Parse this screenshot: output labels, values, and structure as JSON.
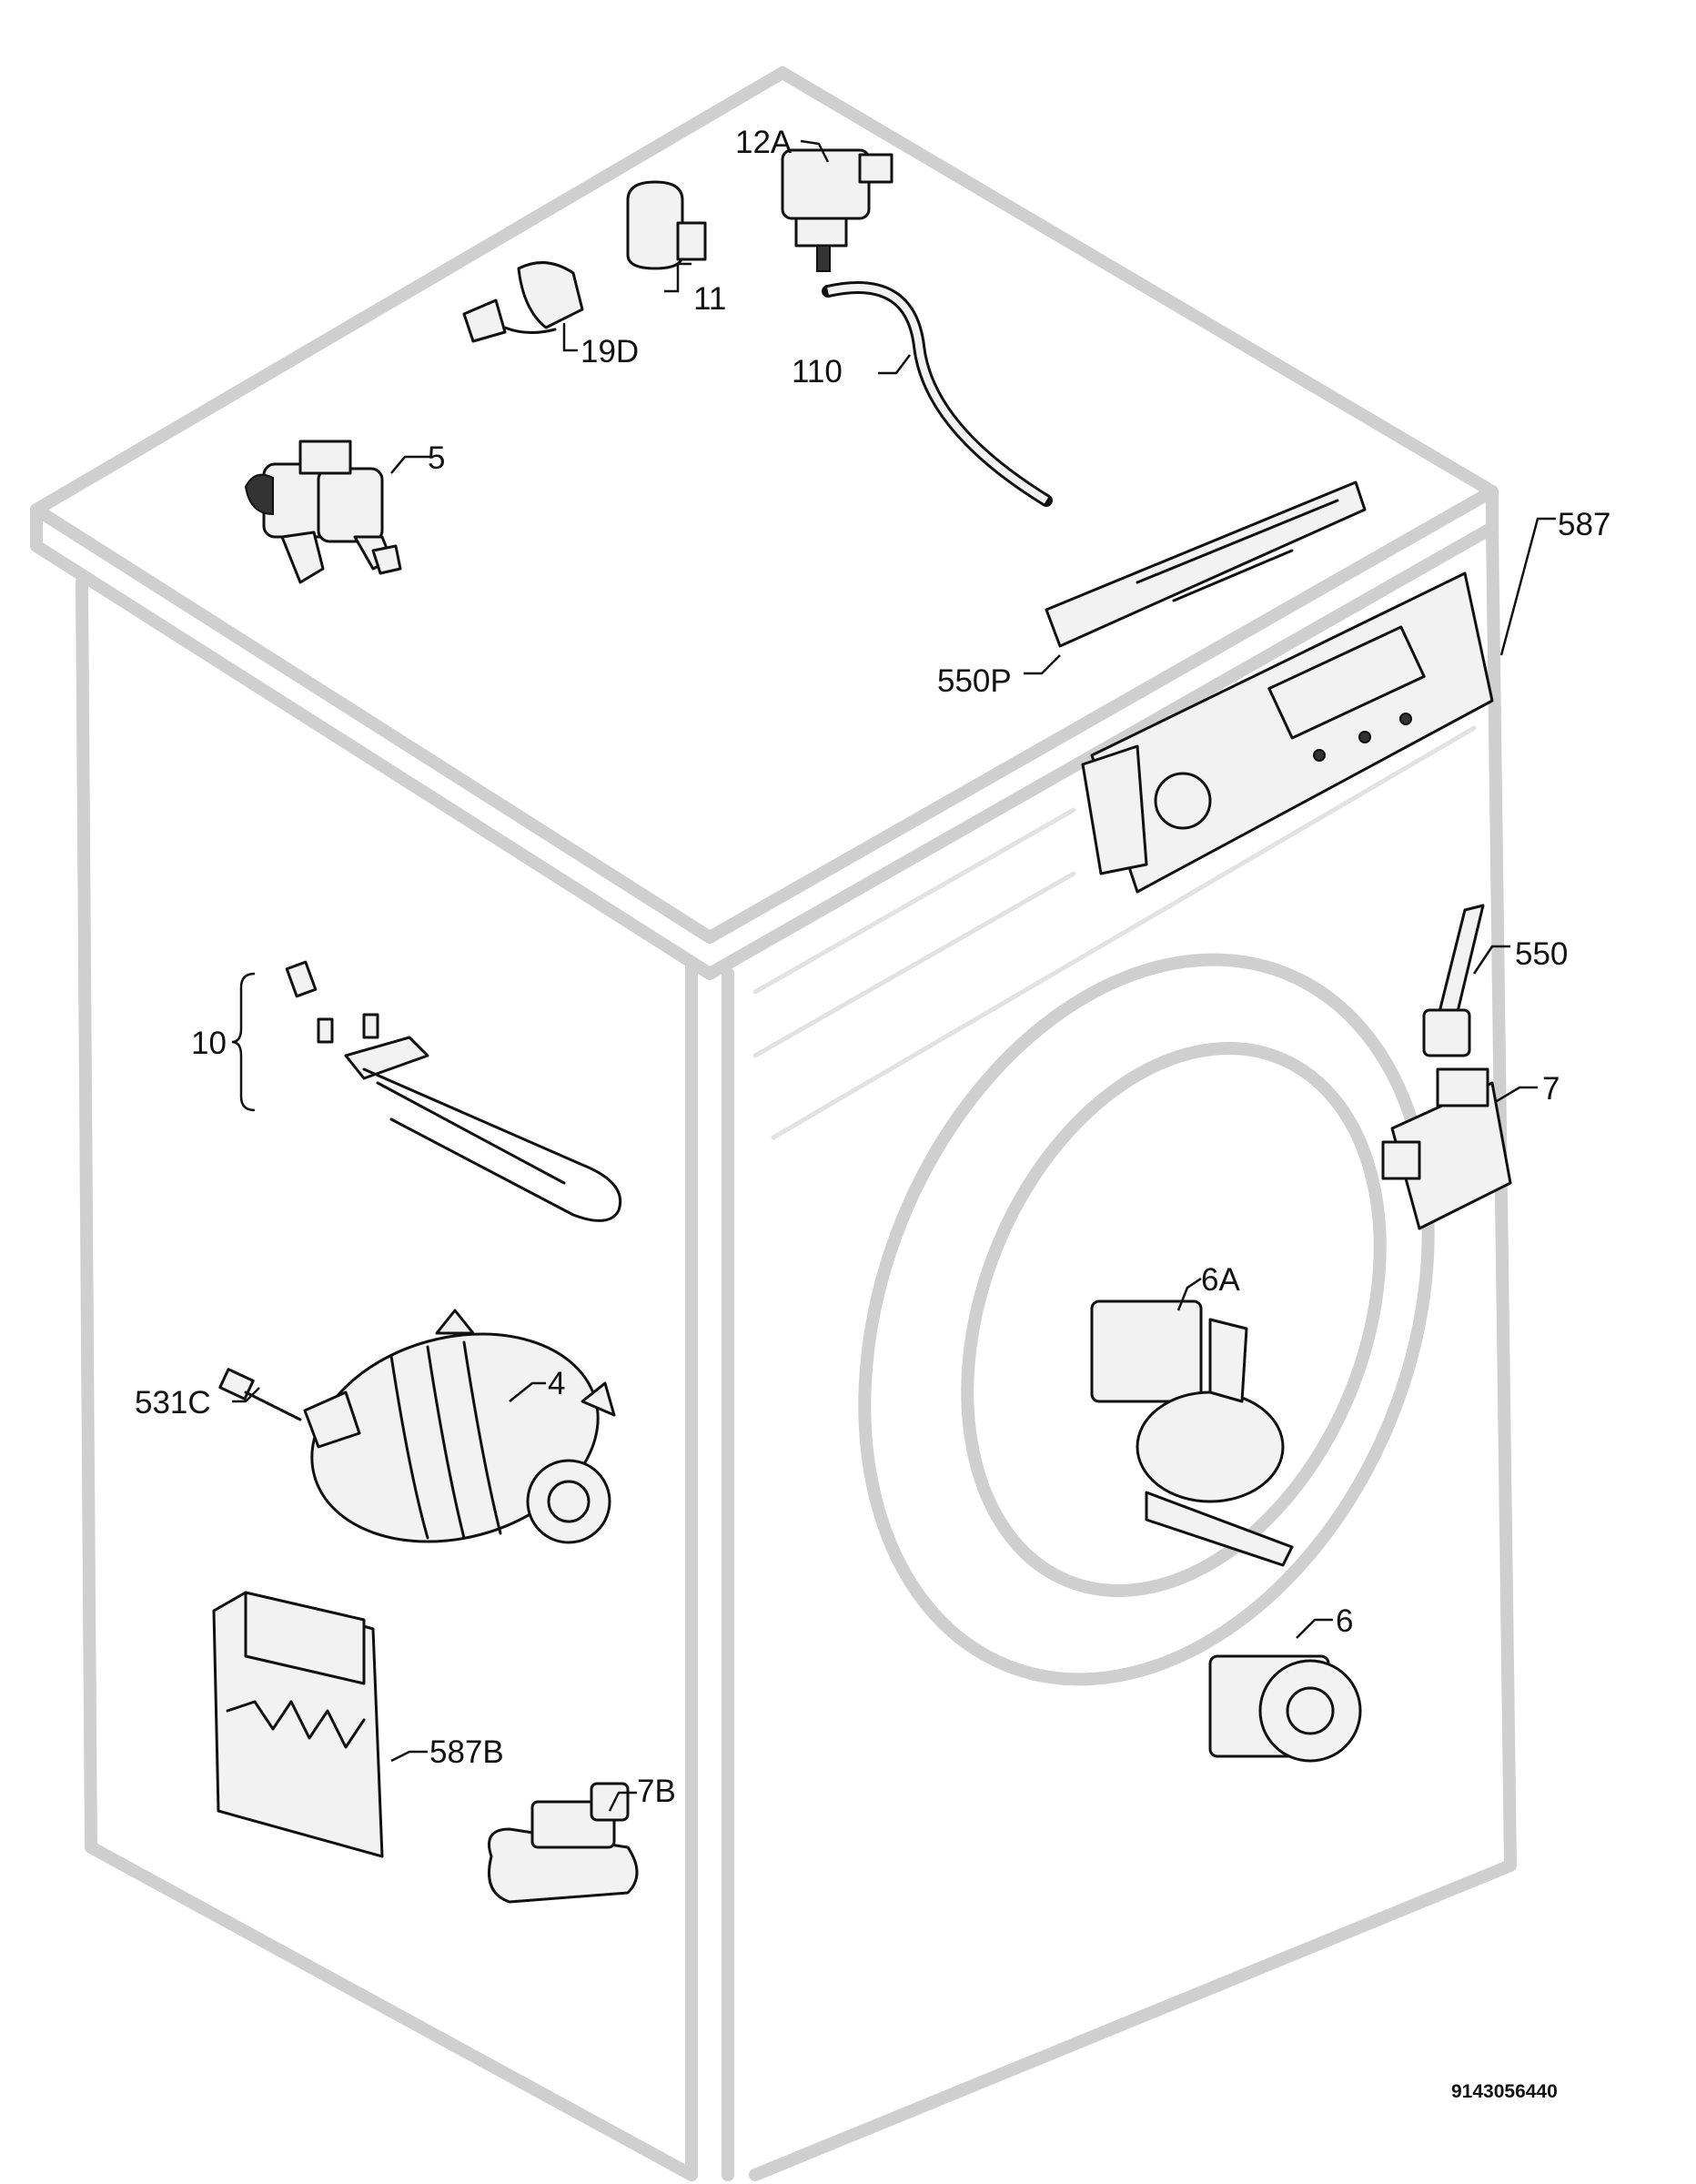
{
  "callouts": {
    "p12a": "12A",
    "p11": "11",
    "p19d": "19D",
    "p110": "110",
    "p5": "5",
    "p587": "587",
    "p550p": "550P",
    "p550": "550",
    "p10": "10",
    "p7": "7",
    "p6a": "6A",
    "p4": "4",
    "p531c": "531C",
    "p6": "6",
    "p587b": "587B",
    "p7b": "7B"
  },
  "drawing_id": "9143056440"
}
